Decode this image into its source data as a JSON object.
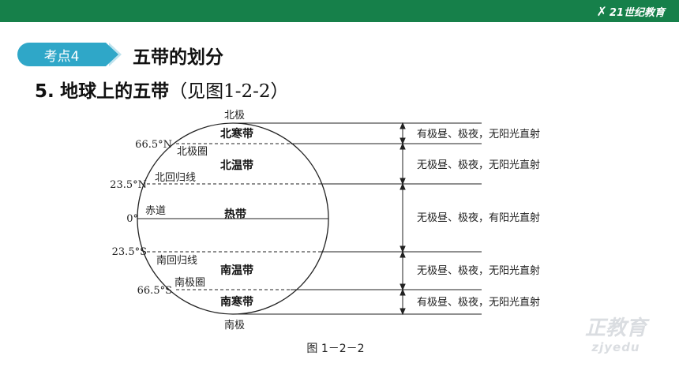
{
  "header": {
    "logo_text": "21世纪教育"
  },
  "section": {
    "tag": "考点4",
    "title": "五带的划分"
  },
  "heading": {
    "number": "5.",
    "text": "地球上的五带",
    "ref": "（见图1-2-2）"
  },
  "diagram": {
    "north_pole": "北极",
    "south_pole": "南极",
    "zones": {
      "north_frigid": "北寒带",
      "north_temperate": "北温带",
      "tropical": "热带",
      "south_temperate": "南温带",
      "south_frigid": "南寒带"
    },
    "lines": {
      "arctic_circle": "北极圈",
      "tropic_cancer": "北回归线",
      "equator": "赤道",
      "tropic_capricorn": "南回归线",
      "antarctic_circle": "南极圈"
    },
    "latitudes": {
      "n665": "66.5°N",
      "n235": "23.5°N",
      "zero": "0°",
      "s235": "23.5°S",
      "s665": "66.5°S"
    },
    "notes": {
      "north_frigid": "有极昼、极夜，无阳光直射",
      "north_temperate": "无极昼、极夜，无阳光直射",
      "tropical": "无极昼、极夜，有阳光直射",
      "south_temperate": "无极昼、极夜，无阳光直射",
      "south_frigid": "有极昼、极夜，无阳光直射"
    },
    "caption": "图 1－2－2"
  },
  "watermark": {
    "line1": "正教育",
    "line2": "zjyedu"
  }
}
